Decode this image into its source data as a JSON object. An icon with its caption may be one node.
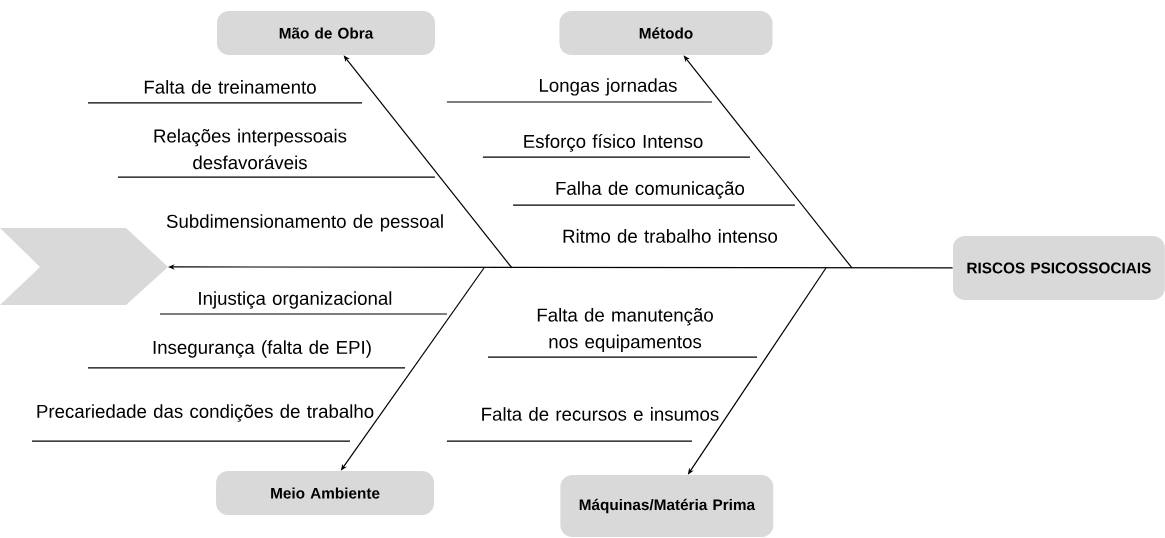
{
  "diagram": {
    "nodes": [
      {
        "text": [
          "RISCOS PSICOSSOCIAIS"
        ]
      },
      {
        "text": [
          "Mão de Obra"
        ]
      },
      {
        "text": [
          "Método"
        ]
      },
      {
        "text": [
          "Meio Ambiente"
        ]
      },
      {
        "text": [
          "Máquinas/Matéria Prima"
        ]
      },
      {
        "text": [],
        "shape": "chevron"
      }
    ],
    "edges": [
      {
        "from": 0,
        "to": 5,
        "arrow": "to"
      },
      {
        "from": null,
        "to": 1,
        "arrow": "to"
      },
      {
        "from": null,
        "to": 2,
        "arrow": "to"
      },
      {
        "from": null,
        "to": 3,
        "arrow": "to"
      },
      {
        "from": null,
        "to": 4,
        "arrow": "to"
      }
    ],
    "labels": [
      "Falta de treinamento",
      "Longas jornadas",
      "Relações interpessoais desfavoráveis",
      "Esforço físico Intenso",
      "Falha de comunicação",
      "Subdimensionamento de pessoal",
      "Ritmo de trabalho intenso",
      "Injustiça organizacional",
      "Falta de manutenção nos equipamentos",
      "Insegurança (falta de EPI)",
      "Precariedade das condições de trabalho",
      "Falta de recursos e insumos"
    ]
  }
}
